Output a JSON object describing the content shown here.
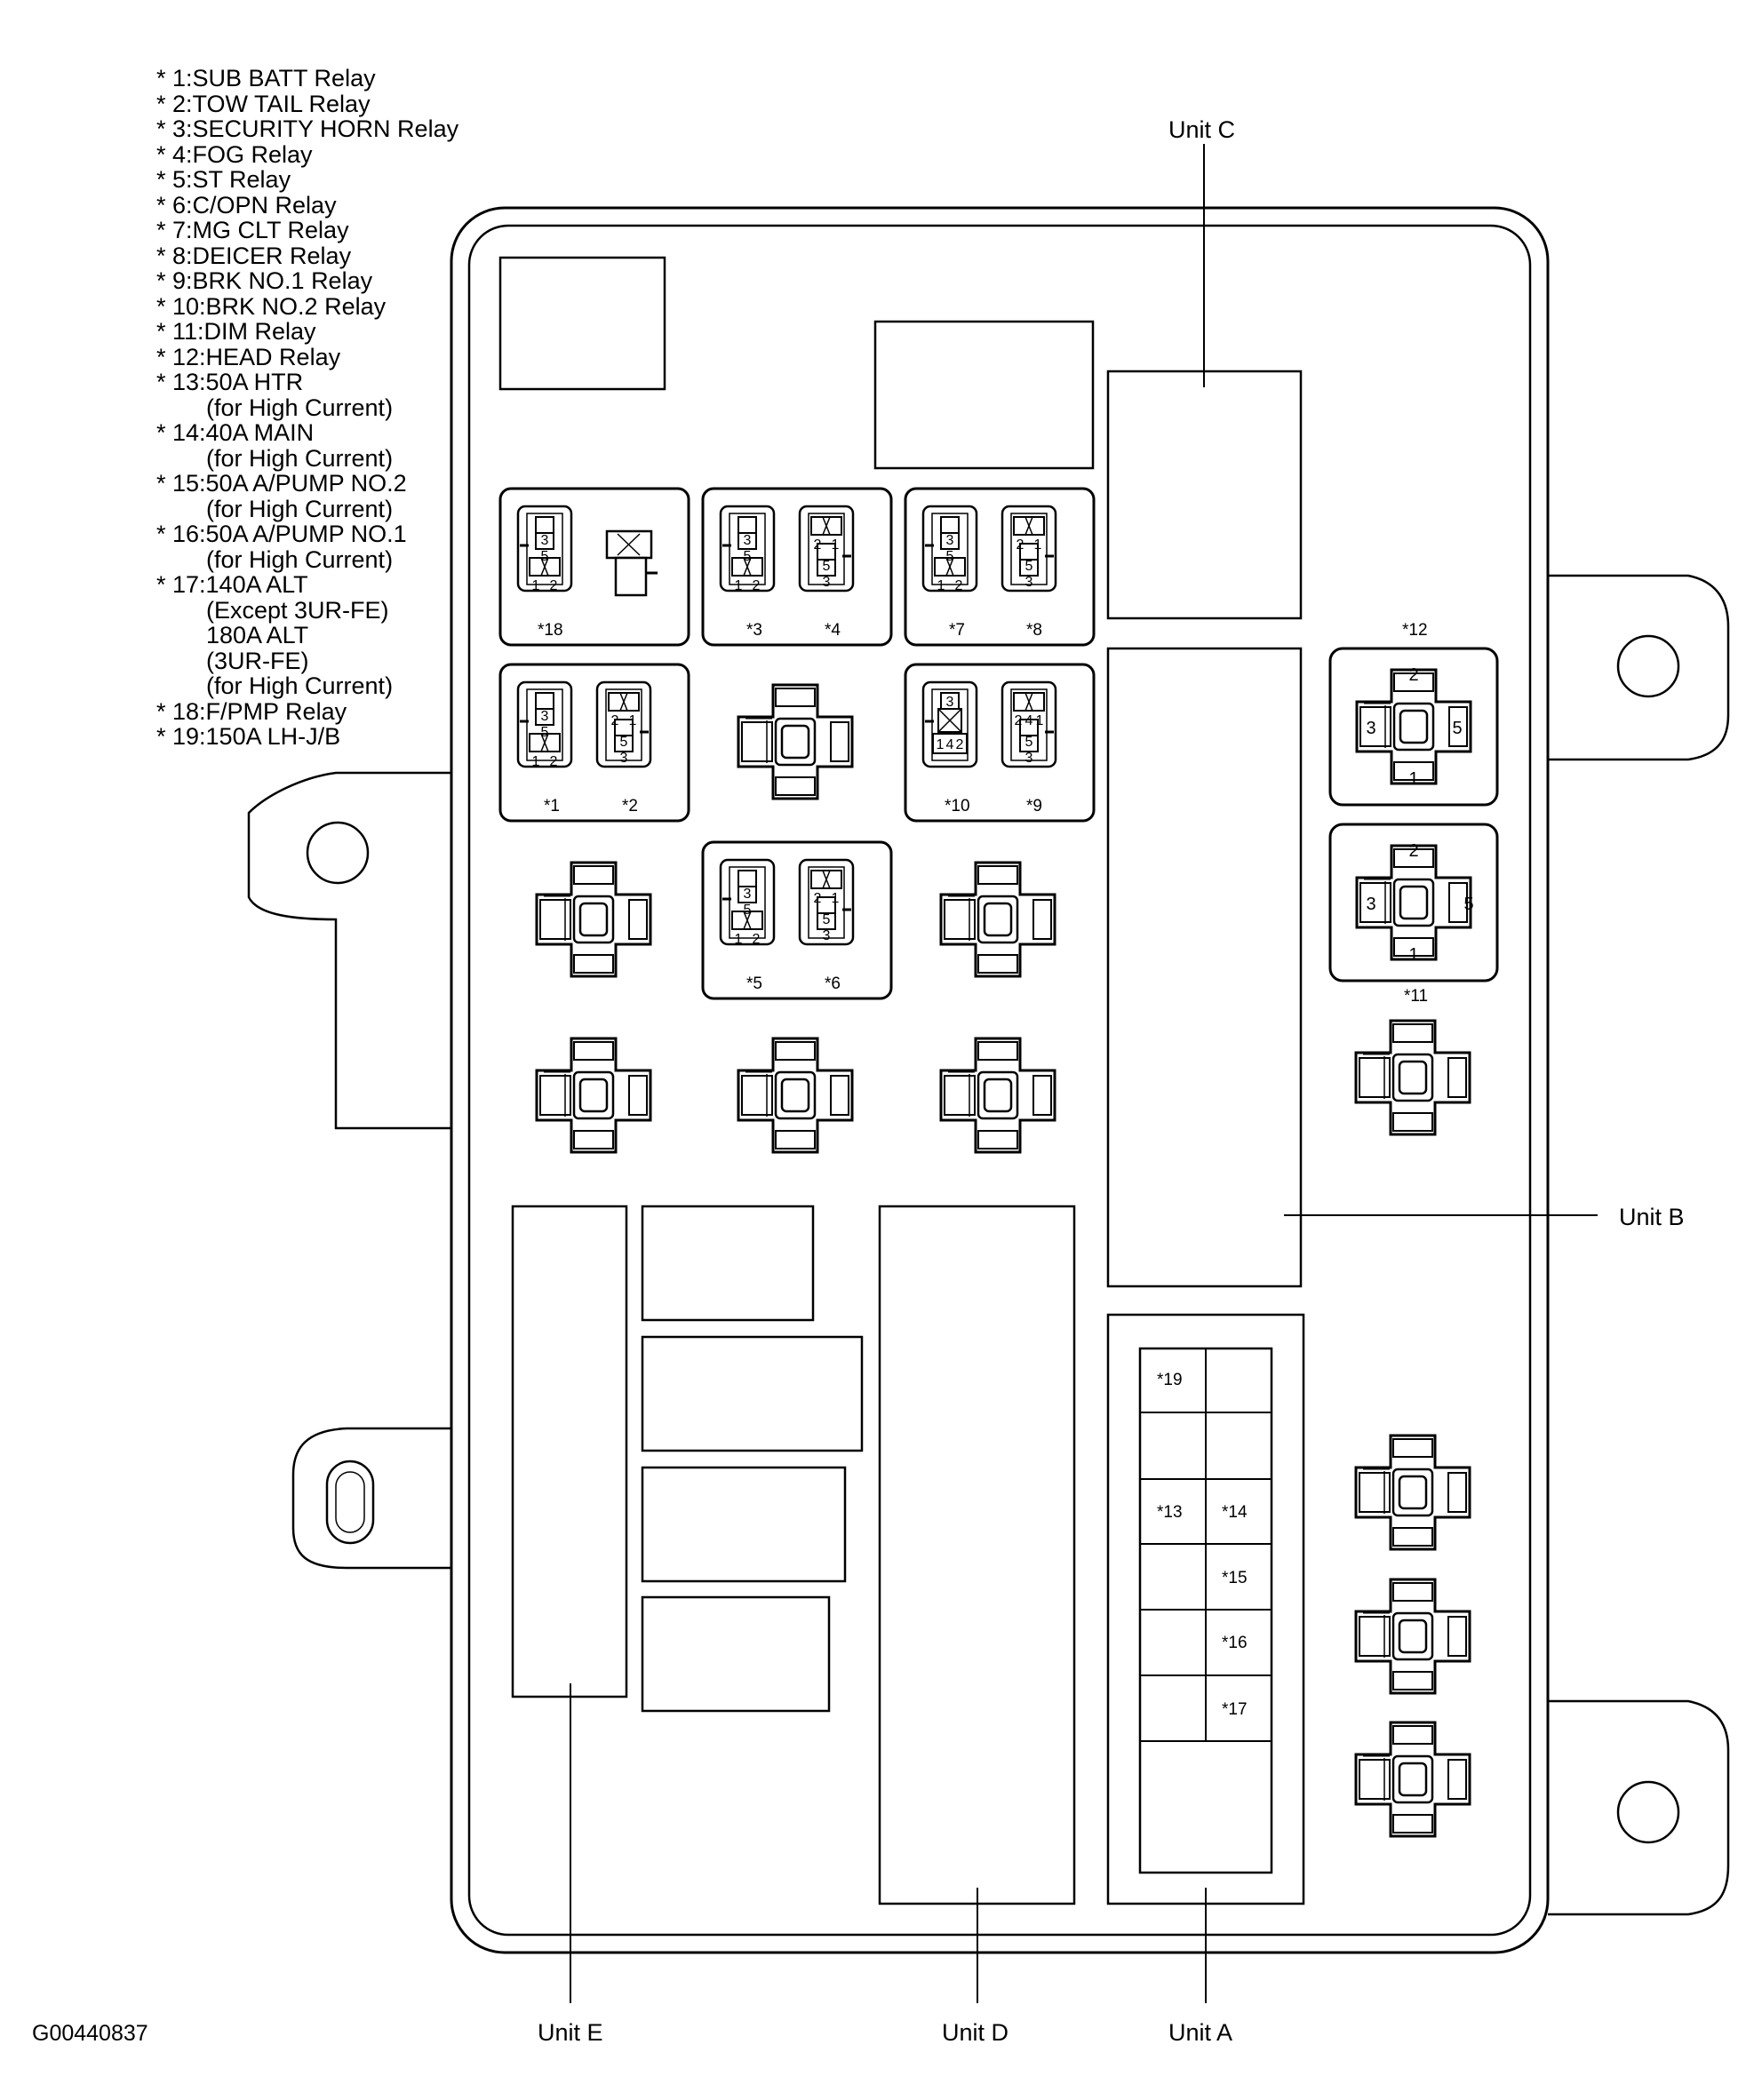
{
  "legend": [
    "* 1:SUB BATT Relay",
    "* 2:TOW TAIL Relay",
    "* 3:SECURITY HORN Relay",
    "* 4:FOG Relay",
    "* 5:ST Relay",
    "* 6:C/OPN Relay",
    "* 7:MG CLT Relay",
    "* 8:DEICER Relay",
    "* 9:BRK NO.1 Relay",
    "* 10:BRK NO.2 Relay",
    "* 11:DIM Relay",
    "* 12:HEAD Relay",
    "* 13:50A HTR",
    "(for High Current)",
    "* 14:40A MAIN",
    "(for High Current)",
    "* 15:50A A/PUMP NO.2",
    "(for High Current)",
    "* 16:50A A/PUMP NO.1",
    "(for High Current)",
    "* 17:140A ALT",
    "(Except 3UR-FE)",
    "180A ALT",
    "(3UR-FE)",
    "(for High Current)",
    "* 18:F/PMP Relay",
    "* 19:150A LH-J/B"
  ],
  "units": {
    "a": "Unit A",
    "b": "Unit B",
    "c": "Unit C",
    "d": "Unit D",
    "e": "Unit E"
  },
  "tags": {
    "t1": "*1",
    "t2": "*2",
    "t3": "*3",
    "t4": "*4",
    "t5": "*5",
    "t6": "*6",
    "t7": "*7",
    "t8": "*8",
    "t9": "*9",
    "t10": "*10",
    "t11": "*11",
    "t12": "*12",
    "t13": "*13",
    "t14": "*14",
    "t15": "*15",
    "t16": "*16",
    "t17": "*17",
    "t18": "*18",
    "t19": "*19"
  },
  "pins": {
    "p1": "1",
    "p2": "2",
    "p3": "3",
    "p4": "4",
    "p5": "5"
  },
  "figure_id": "G00440837"
}
